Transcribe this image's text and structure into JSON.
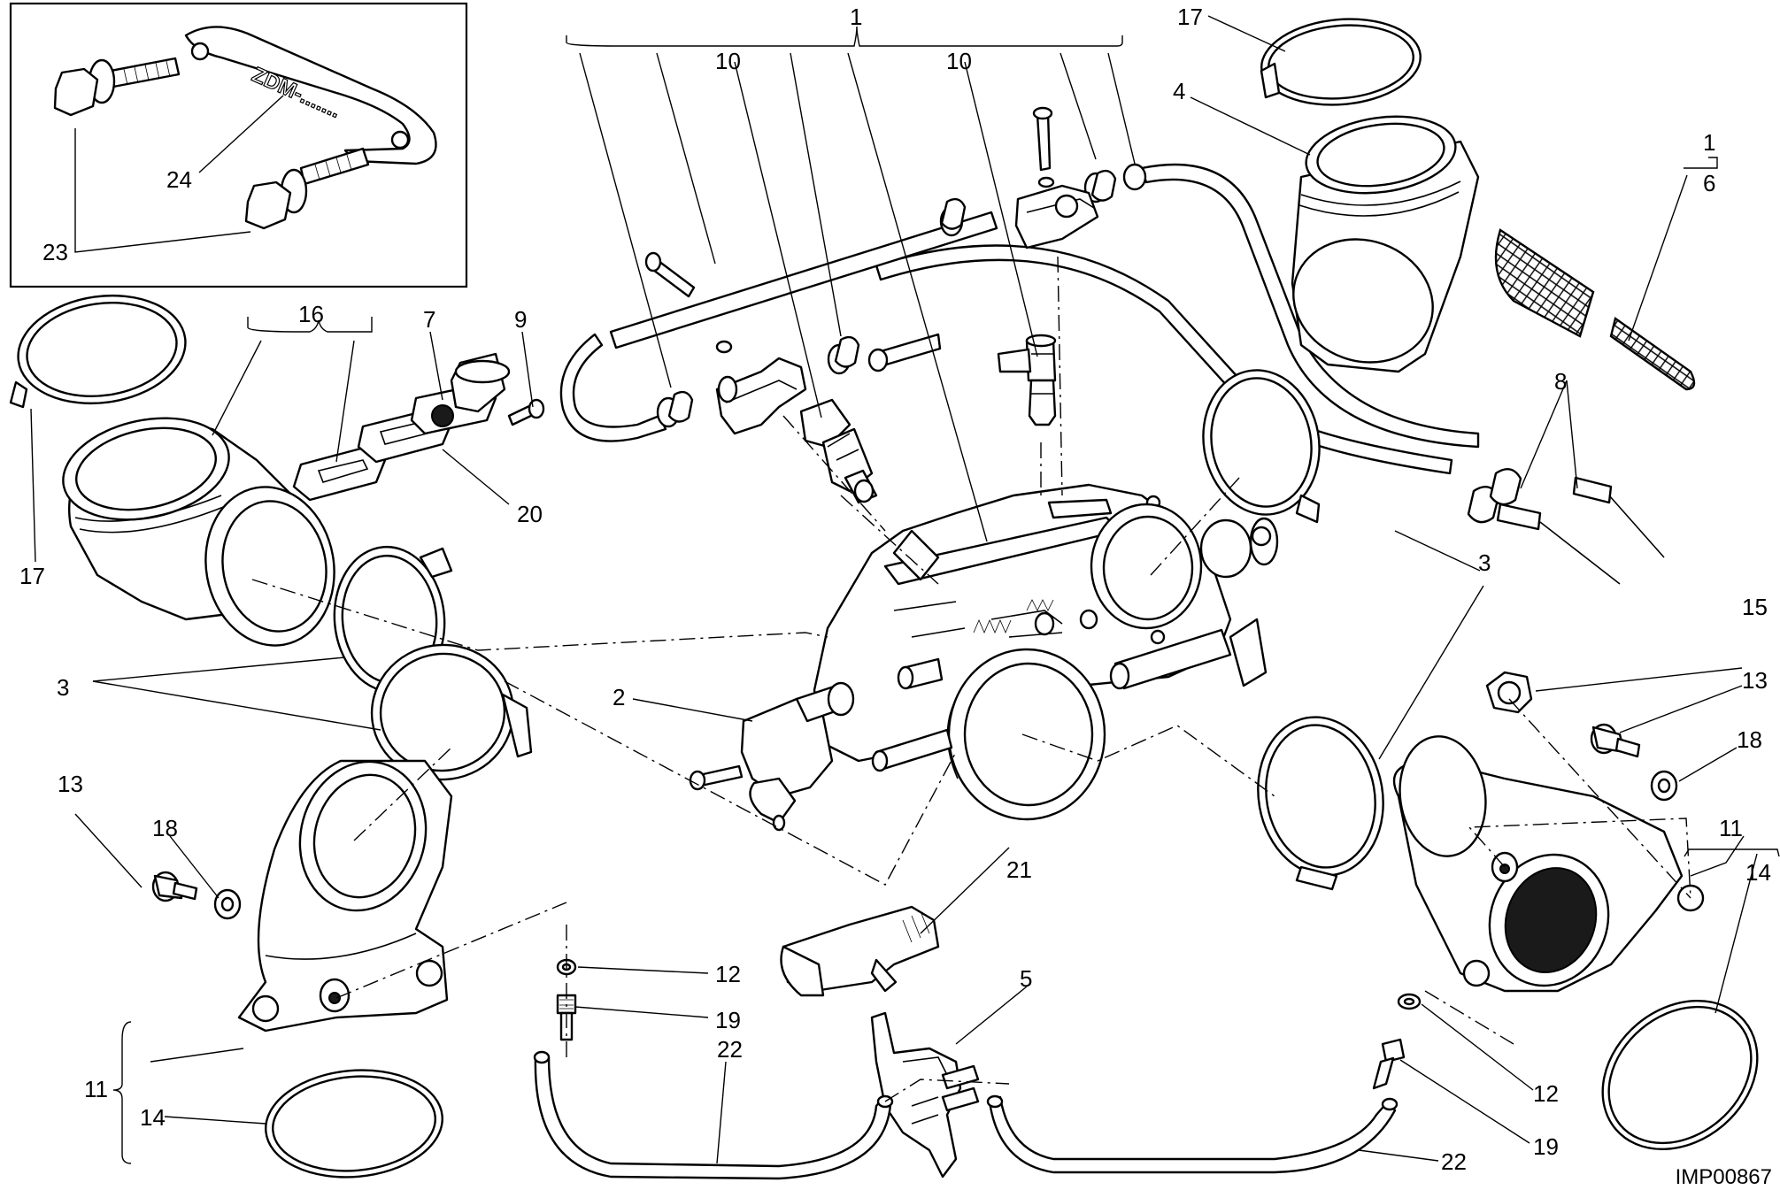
{
  "drawing_code": "IMP00867",
  "bracket_engraving": "ZDM-.......",
  "callouts": [
    {
      "id": "c-1-top",
      "text": "1"
    },
    {
      "id": "c-10-left",
      "text": "10"
    },
    {
      "id": "c-10-right",
      "text": "10"
    },
    {
      "id": "c-17-top",
      "text": "17"
    },
    {
      "id": "c-4",
      "text": "4"
    },
    {
      "id": "c-1-right",
      "text": "1"
    },
    {
      "id": "c-6",
      "text": "6"
    },
    {
      "id": "c-24",
      "text": "24"
    },
    {
      "id": "c-23",
      "text": "23"
    },
    {
      "id": "c-16",
      "text": "16"
    },
    {
      "id": "c-7",
      "text": "7"
    },
    {
      "id": "c-9",
      "text": "9"
    },
    {
      "id": "c-20",
      "text": "20"
    },
    {
      "id": "c-17-left",
      "text": "17"
    },
    {
      "id": "c-8",
      "text": "8"
    },
    {
      "id": "c-3-right",
      "text": "3"
    },
    {
      "id": "c-3-left",
      "text": "3"
    },
    {
      "id": "c-2",
      "text": "2"
    },
    {
      "id": "c-15",
      "text": "15"
    },
    {
      "id": "c-13-right",
      "text": "13"
    },
    {
      "id": "c-18-right",
      "text": "18"
    },
    {
      "id": "c-11-right",
      "text": "11"
    },
    {
      "id": "c-14-right",
      "text": "14"
    },
    {
      "id": "c-13-left",
      "text": "13"
    },
    {
      "id": "c-18-left",
      "text": "18"
    },
    {
      "id": "c-21",
      "text": "21"
    },
    {
      "id": "c-12-mid",
      "text": "12"
    },
    {
      "id": "c-19-mid",
      "text": "19"
    },
    {
      "id": "c-5",
      "text": "5"
    },
    {
      "id": "c-22-left",
      "text": "22"
    },
    {
      "id": "c-11-left",
      "text": "11"
    },
    {
      "id": "c-14-left",
      "text": "14"
    },
    {
      "id": "c-12-right",
      "text": "12"
    },
    {
      "id": "c-19-right",
      "text": "19"
    },
    {
      "id": "c-22-right",
      "text": "22"
    }
  ]
}
